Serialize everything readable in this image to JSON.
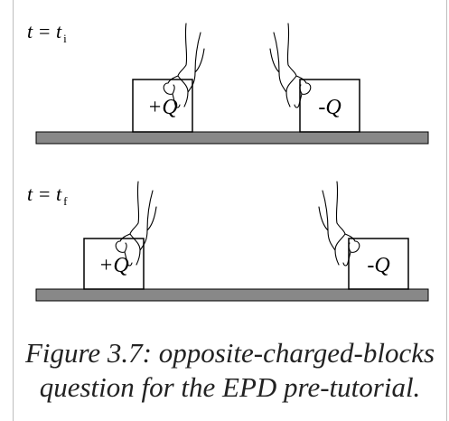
{
  "scenes": [
    {
      "time_label": {
        "prefix": "t = t",
        "subscript": "i"
      },
      "blocks": [
        {
          "charge_label": "+Q"
        },
        {
          "charge_label": "-Q"
        }
      ]
    },
    {
      "time_label": {
        "prefix": "t = t",
        "subscript": "f"
      },
      "blocks": [
        {
          "charge_label": "+Q"
        },
        {
          "charge_label": "-Q"
        }
      ]
    }
  ],
  "caption": {
    "line1": "Figure 3.7: opposite-charged-blocks",
    "line2": "question for the EPD pre-tutorial."
  },
  "colors": {
    "surface_fill": "#888888",
    "outline": "#000000",
    "frame_border": "#bdbdbd"
  }
}
